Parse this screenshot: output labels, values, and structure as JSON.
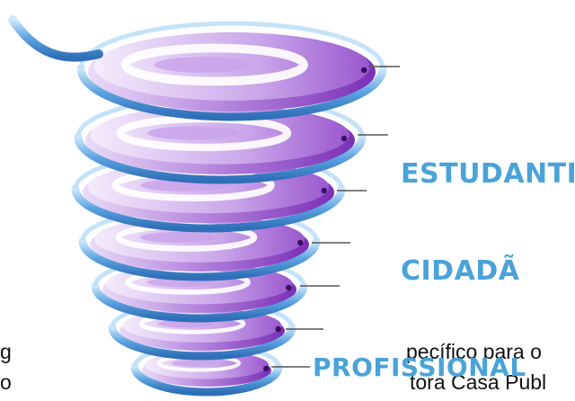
{
  "diagram": {
    "labels": [
      "ESTUDANTIL",
      "CIDADÃ",
      "PROFISSIONAL"
    ],
    "colors": {
      "band_blue": "#4a90d9",
      "band_light": "#bfe0f7",
      "disc_purple": "#8a3fc4",
      "disc_light": "#e7d5f5",
      "label_blue": "#4aa3d8",
      "leader_line": "#555555"
    },
    "levels": 7
  },
  "background_text": {
    "left_top": "g",
    "left_bottom": "o",
    "right_top": "pecífico para o",
    "right_bottom": "tora Casa Publ"
  }
}
